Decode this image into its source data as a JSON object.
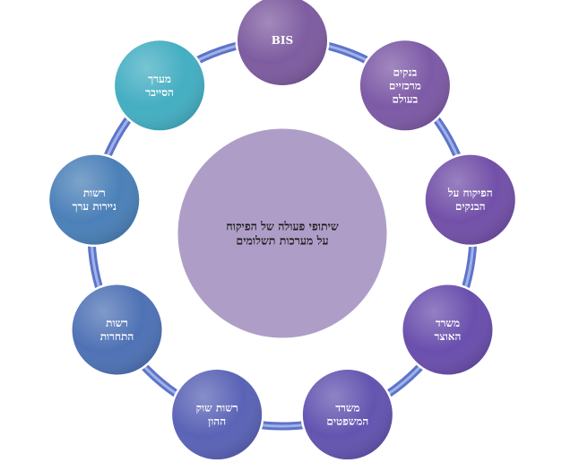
{
  "center": {
    "lines": [
      "שיתופי פעולה של הפיקוח",
      "על מערכות תשלומים"
    ]
  },
  "nodes": [
    {
      "lines": [
        "BIS"
      ],
      "color": "#7e5ca0"
    },
    {
      "lines": [
        "בנקים",
        "מרכזיים",
        "בעולם"
      ],
      "color": "#7d5aa6"
    },
    {
      "lines": [
        "הפיקוח על",
        "הבנקים"
      ],
      "color": "#7250a8"
    },
    {
      "lines": [
        "משרד",
        "האוצר"
      ],
      "color": "#6a4fad"
    },
    {
      "lines": [
        "משרד",
        "המשפטים"
      ],
      "color": "#6354b0"
    },
    {
      "lines": [
        "רשות שוק",
        "ההון"
      ],
      "color": "#5a63b6"
    },
    {
      "lines": [
        "רשות",
        "התחרות"
      ],
      "color": "#4f72b5"
    },
    {
      "lines": [
        "רשות",
        "ניירות ערך"
      ],
      "color": "#4b80b8"
    },
    {
      "lines": [
        "מערך",
        "הסייבר"
      ],
      "color": "#44aec2"
    }
  ],
  "colors": {
    "ring": "#5e74c8",
    "ring_highlight": "#9fb2ea",
    "center_fill": "#ae9ec7",
    "center_stroke": "#ffffff"
  }
}
